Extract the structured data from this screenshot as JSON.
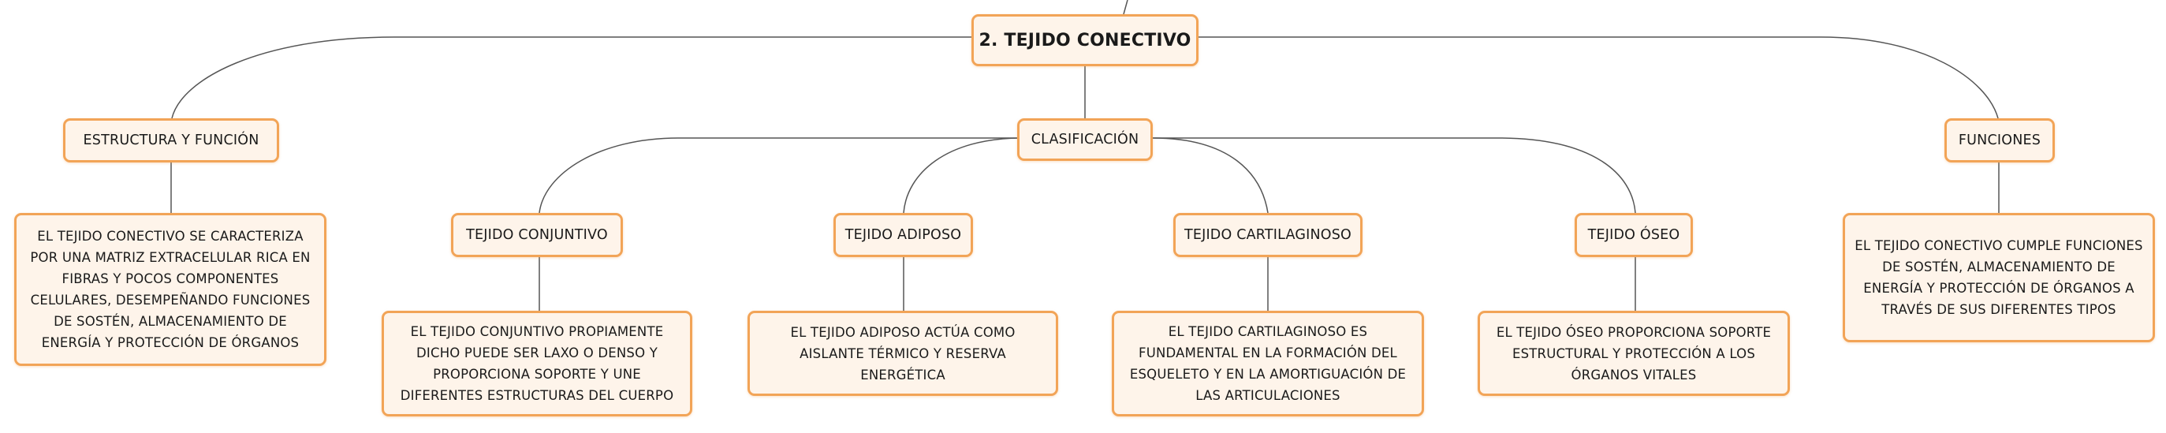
{
  "root": {
    "label": "2. TEJIDO CONECTIVO"
  },
  "branches": {
    "estructura": {
      "label": "ESTRUCTURA Y FUNCIÓN",
      "description": "EL TEJIDO CONECTIVO SE CARACTERIZA POR UNA MATRIZ EXTRACELULAR RICA EN FIBRAS Y POCOS COMPONENTES CELULARES, DESEMPEÑANDO FUNCIONES DE SOSTÉN, ALMACENAMIENTO DE ENERGÍA Y PROTECCIÓN DE ÓRGANOS"
    },
    "clasificacion": {
      "label": "CLASIFICACIÓN",
      "types": [
        {
          "label": "TEJIDO CONJUNTIVO",
          "description": "EL TEJIDO CONJUNTIVO PROPIAMENTE DICHO PUEDE SER LAXO O DENSO Y PROPORCIONA SOPORTE Y UNE DIFERENTES ESTRUCTURAS DEL CUERPO"
        },
        {
          "label": "TEJIDO ADIPOSO",
          "description": "EL TEJIDO ADIPOSO ACTÚA COMO AISLANTE TÉRMICO Y RESERVA ENERGÉTICA"
        },
        {
          "label": "TEJIDO CARTILAGINOSO",
          "description": "EL TEJIDO CARTILAGINOSO ES FUNDAMENTAL EN LA FORMACIÓN DEL ESQUELETO Y EN LA AMORTIGUACIÓN DE LAS ARTICULACIONES"
        },
        {
          "label": "TEJIDO ÓSEO",
          "description": "EL TEJIDO ÓSEO PROPORCIONA SOPORTE ESTRUCTURAL Y PROTECCIÓN A LOS ÓRGANOS VITALES"
        }
      ]
    },
    "funciones": {
      "label": "FUNCIONES",
      "description": "EL TEJIDO CONECTIVO CUMPLE FUNCIONES DE SOSTÉN, ALMACENAMIENTO DE ENERGÍA Y PROTECCIÓN DE ÓRGANOS A TRAVÉS DE SUS DIFERENTES TIPOS"
    }
  },
  "colors": {
    "node_border": "#f2a457",
    "node_fill": "#fef4ea",
    "link": "#555555"
  }
}
